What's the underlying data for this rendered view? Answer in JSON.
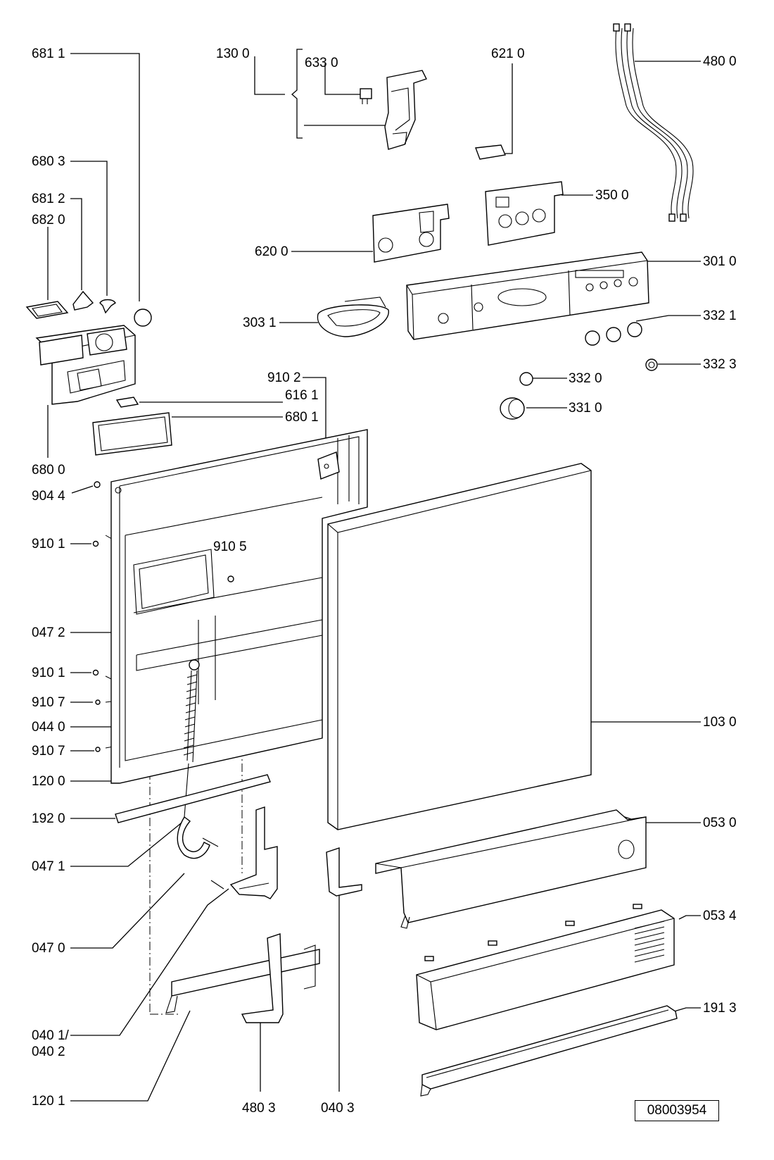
{
  "diagram": {
    "reference_number": "08003954",
    "labels": {
      "l681_1": "681 1",
      "l130_0": "130 0",
      "l633_0": "633 0",
      "l621_0": "621 0",
      "l480_0": "480 0",
      "l680_3": "680 3",
      "l681_2": "681 2",
      "l682_0": "682 0",
      "l350_0": "350 0",
      "l620_0": "620 0",
      "l301_0": "301 0",
      "l303_1": "303 1",
      "l332_1": "332 1",
      "l332_3": "332 3",
      "l910_2": "910 2",
      "l616_1": "616 1",
      "l332_0": "332 0",
      "l680_1": "680 1",
      "l331_0": "331 0",
      "l680_0": "680 0",
      "l904_4": "904 4",
      "l910_1a": "910 1",
      "l910_5": "910 5",
      "l047_2": "047 2",
      "l910_1b": "910 1",
      "l910_7a": "910 7",
      "l103_0": "103 0",
      "l044_0": "044 0",
      "l910_7b": "910 7",
      "l120_0": "120 0",
      "l192_0": "192 0",
      "l053_0": "053 0",
      "l047_1": "047 1",
      "l053_4": "053 4",
      "l047_0": "047 0",
      "l191_3": "191 3",
      "l040_12a": "040 1/",
      "l040_12b": "040 2",
      "l120_1": "120 1",
      "l480_3": "480 3",
      "l040_3": "040 3"
    }
  }
}
